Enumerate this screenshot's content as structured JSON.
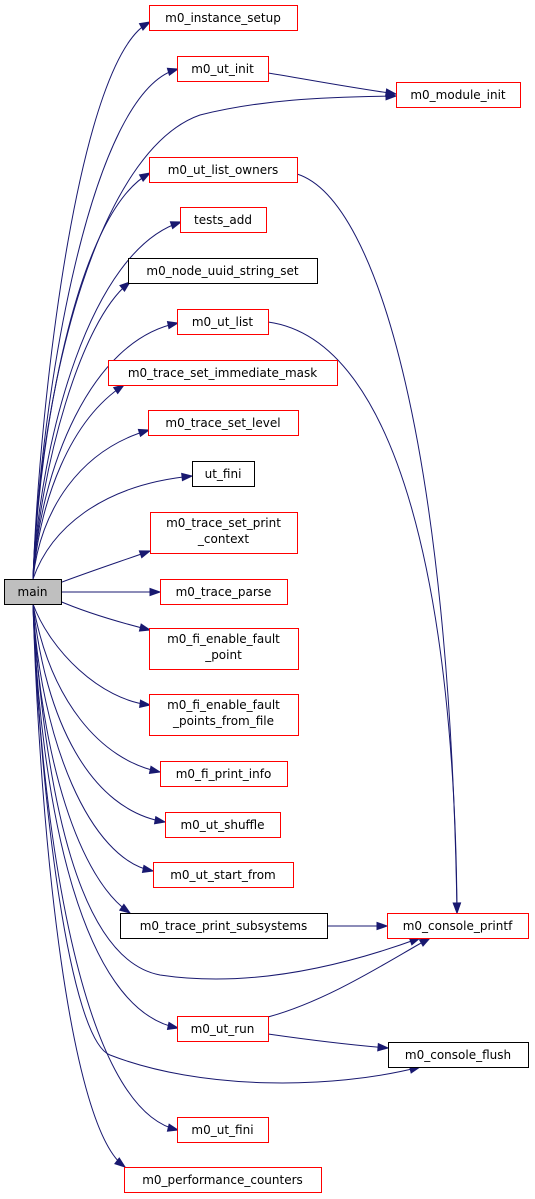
{
  "colors": {
    "edge": "#191970",
    "border_documented": "#ff0000",
    "border_plain": "#000000",
    "root_fill": "#bfbfbf"
  },
  "nodes": {
    "main": {
      "label": "main",
      "kind": "root"
    },
    "m0_instance_setup": {
      "label": "m0_instance_setup",
      "kind": "red"
    },
    "m0_ut_init": {
      "label": "m0_ut_init",
      "kind": "red"
    },
    "m0_module_init": {
      "label": "m0_module_init",
      "kind": "red"
    },
    "m0_ut_list_owners": {
      "label": "m0_ut_list_owners",
      "kind": "red"
    },
    "tests_add": {
      "label": "tests_add",
      "kind": "red"
    },
    "m0_node_uuid_string_set": {
      "label": "m0_node_uuid_string_set",
      "kind": "black"
    },
    "m0_ut_list": {
      "label": "m0_ut_list",
      "kind": "red"
    },
    "m0_trace_set_immediate_mask": {
      "label": "m0_trace_set_immediate_mask",
      "kind": "red"
    },
    "m0_trace_set_level": {
      "label": "m0_trace_set_level",
      "kind": "red"
    },
    "ut_fini": {
      "label": "ut_fini",
      "kind": "black"
    },
    "m0_trace_set_print_context": {
      "lines": [
        "m0_trace_set_print",
        "_context"
      ],
      "kind": "red"
    },
    "m0_trace_parse": {
      "label": "m0_trace_parse",
      "kind": "red"
    },
    "m0_fi_enable_fault_point": {
      "lines": [
        "m0_fi_enable_fault",
        "_point"
      ],
      "kind": "red"
    },
    "m0_fi_enable_fault_points_from_file": {
      "lines": [
        "m0_fi_enable_fault",
        "_points_from_file"
      ],
      "kind": "red"
    },
    "m0_fi_print_info": {
      "label": "m0_fi_print_info",
      "kind": "red"
    },
    "m0_ut_shuffle": {
      "label": "m0_ut_shuffle",
      "kind": "red"
    },
    "m0_ut_start_from": {
      "label": "m0_ut_start_from",
      "kind": "red"
    },
    "m0_trace_print_subsystems": {
      "label": "m0_trace_print_subsystems",
      "kind": "black"
    },
    "m0_console_printf": {
      "label": "m0_console_printf",
      "kind": "red"
    },
    "m0_ut_run": {
      "label": "m0_ut_run",
      "kind": "red"
    },
    "m0_console_flush": {
      "label": "m0_console_flush",
      "kind": "black"
    },
    "m0_ut_fini": {
      "label": "m0_ut_fini",
      "kind": "red"
    },
    "m0_performance_counters": {
      "label": "m0_performance_counters",
      "kind": "red"
    }
  },
  "edges": [
    [
      "main",
      "m0_instance_setup"
    ],
    [
      "main",
      "m0_ut_init"
    ],
    [
      "main",
      "m0_module_init"
    ],
    [
      "m0_ut_init",
      "m0_module_init"
    ],
    [
      "main",
      "m0_ut_list_owners"
    ],
    [
      "m0_ut_list_owners",
      "m0_console_printf"
    ],
    [
      "main",
      "tests_add"
    ],
    [
      "main",
      "m0_node_uuid_string_set"
    ],
    [
      "main",
      "m0_ut_list"
    ],
    [
      "m0_ut_list",
      "m0_console_printf"
    ],
    [
      "main",
      "m0_trace_set_immediate_mask"
    ],
    [
      "main",
      "m0_trace_set_level"
    ],
    [
      "main",
      "ut_fini"
    ],
    [
      "main",
      "m0_trace_set_print_context"
    ],
    [
      "main",
      "m0_trace_parse"
    ],
    [
      "main",
      "m0_fi_enable_fault_point"
    ],
    [
      "main",
      "m0_fi_enable_fault_points_from_file"
    ],
    [
      "main",
      "m0_fi_print_info"
    ],
    [
      "main",
      "m0_ut_shuffle"
    ],
    [
      "main",
      "m0_ut_start_from"
    ],
    [
      "main",
      "m0_trace_print_subsystems"
    ],
    [
      "m0_trace_print_subsystems",
      "m0_console_printf"
    ],
    [
      "main",
      "m0_console_printf"
    ],
    [
      "main",
      "m0_ut_run"
    ],
    [
      "m0_ut_run",
      "m0_console_printf"
    ],
    [
      "m0_ut_run",
      "m0_console_flush"
    ],
    [
      "main",
      "m0_console_flush"
    ],
    [
      "main",
      "m0_ut_fini"
    ],
    [
      "main",
      "m0_performance_counters"
    ]
  ]
}
